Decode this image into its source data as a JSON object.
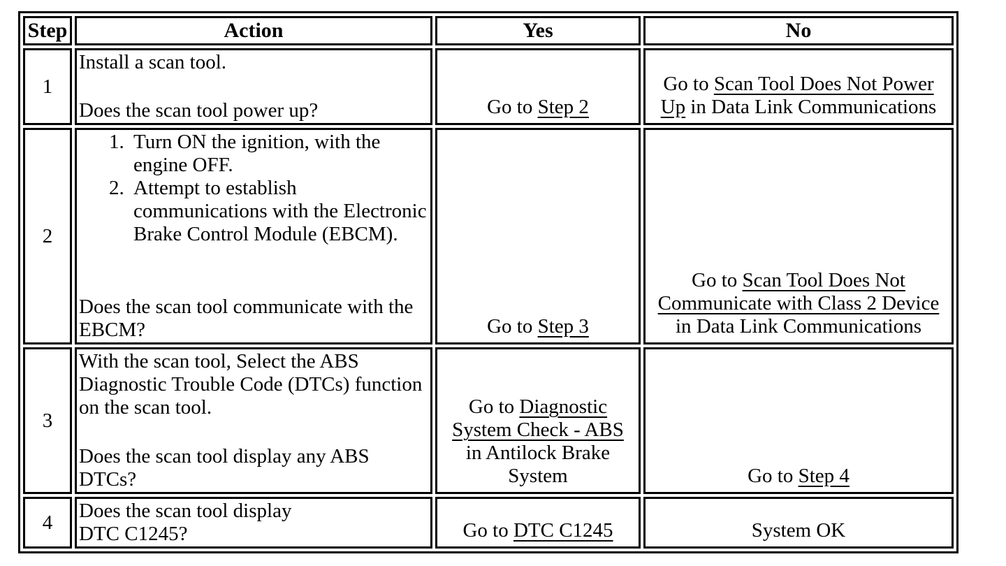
{
  "header": {
    "step": "Step",
    "action": "Action",
    "yes": "Yes",
    "no": "No"
  },
  "rows": [
    {
      "step": "1",
      "action": {
        "intro": "Install a scan tool.",
        "question": "Does the scan tool power up?"
      },
      "yes": {
        "prefix": "Go to ",
        "link": "Step 2",
        "suffix": ""
      },
      "no": {
        "prefix": "Go to ",
        "link": "Scan Tool Does Not Power Up",
        "suffix": " in Data Link Communications"
      }
    },
    {
      "step": "2",
      "action": {
        "list": [
          "Turn ON the ignition, with the engine OFF.",
          "Attempt to establish communications with the Electronic Brake Control Module (EBCM)."
        ],
        "question": "Does the scan tool communicate with the EBCM?"
      },
      "yes": {
        "prefix": "Go to ",
        "link": "Step 3",
        "suffix": ""
      },
      "no": {
        "prefix": "Go to ",
        "link": "Scan Tool Does Not Communicate with Class 2 Device",
        "suffix": " in Data Link Communications"
      }
    },
    {
      "step": "3",
      "action": {
        "intro": "With the scan tool, Select the ABS Diagnostic Trouble Code (DTCs) function on the scan tool.",
        "question": "Does the scan tool display any ABS DTCs?"
      },
      "yes": {
        "prefix": "Go to ",
        "link": "Diagnostic System Check - ABS",
        "suffix": " in Antilock Brake System"
      },
      "no": {
        "prefix": "Go to ",
        "link": "Step 4",
        "suffix": ""
      }
    },
    {
      "step": "4",
      "action": {
        "intro": "Does the scan tool display\nDTC C1245?"
      },
      "yes": {
        "prefix": "Go to ",
        "link": "DTC C1245",
        "suffix": ""
      },
      "no": {
        "prefix": "System OK",
        "link": "",
        "suffix": ""
      }
    }
  ]
}
